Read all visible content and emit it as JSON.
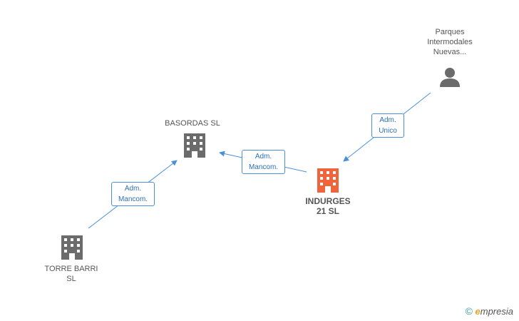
{
  "nodes": {
    "parques": {
      "line1": "Parques",
      "line2": "Intermodales",
      "line3": "Nuevas..."
    },
    "basordas": {
      "label": "BASORDAS SL"
    },
    "indurges": {
      "line1": "INDURGES",
      "line2": "21 SL"
    },
    "torre": {
      "line1": "TORRE BARRI",
      "line2": "SL"
    }
  },
  "edges": {
    "parques_indurges": {
      "line1": "Adm.",
      "line2": "Unico"
    },
    "indurges_basordas": {
      "line1": "Adm.",
      "line2": "Mancom."
    },
    "torre_basordas": {
      "line1": "Adm.",
      "line2": "Mancom."
    }
  },
  "colors": {
    "edge": "#4a90d9",
    "company_main": "#f0643c",
    "company": "#6b6b6b",
    "person": "#6b6b6b"
  },
  "brand": {
    "copyright": "©",
    "e": "e",
    "rest": "mpresia"
  }
}
